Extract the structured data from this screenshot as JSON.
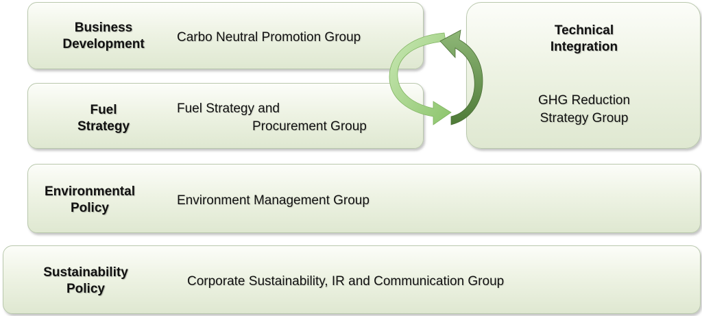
{
  "units": [
    {
      "id": "business",
      "header": [
        "Business",
        "Development"
      ],
      "group": [
        "Carbo Neutral Promotion Group"
      ]
    },
    {
      "id": "fuel",
      "header": [
        "Fuel",
        "Strategy"
      ],
      "group": [
        "Fuel Strategy and",
        "Procurement Group"
      ]
    },
    {
      "id": "environmental",
      "header": [
        "Environmental",
        "Policy"
      ],
      "group": [
        "Environment Management Group"
      ]
    },
    {
      "id": "sustainability",
      "header": [
        "Sustainability",
        "Policy"
      ],
      "group": [
        "Corporate Sustainability, IR and Communication Group"
      ]
    },
    {
      "id": "technical",
      "header": [
        "Technical",
        "Integration"
      ],
      "group": [
        "GHG Reduction",
        "Strategy Group"
      ]
    }
  ],
  "colors": {
    "box_border": "#b9c8ad",
    "arrow_light": "#9ccf7e",
    "arrow_dark": "#5f8a46"
  },
  "icons": {
    "cycle": "circular-arrows-icon"
  }
}
